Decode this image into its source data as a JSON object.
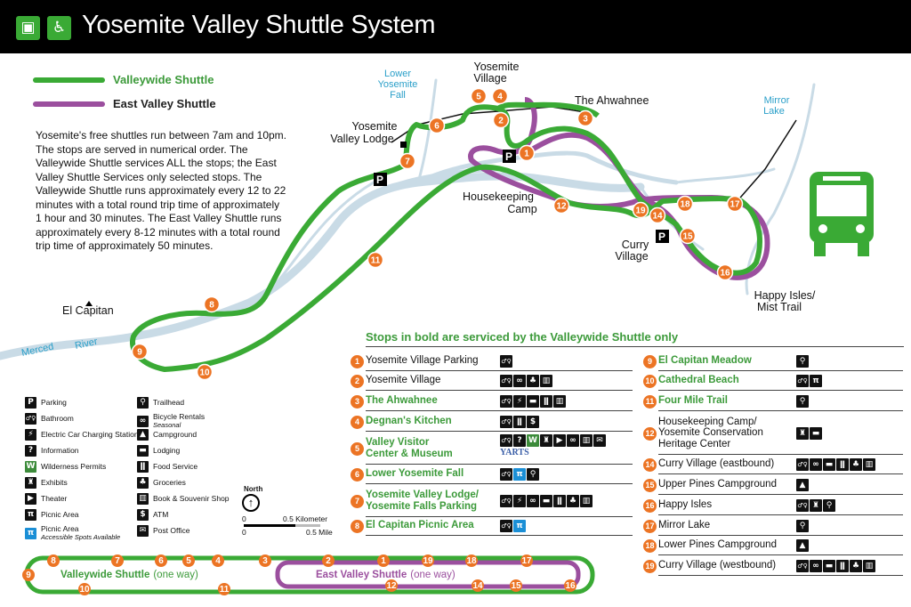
{
  "header": {
    "title": "Yosemite Valley Shuttle System",
    "icons": [
      "bus-icon",
      "wheelchair-icon"
    ]
  },
  "colors": {
    "valleywide": "#3aaa35",
    "east_valley": "#9b4f9e",
    "stop": "#ec7424",
    "water": "#c9dbe6",
    "header_bg": "#000000"
  },
  "routes_legend": [
    {
      "label": "Valleywide Shuttle"
    },
    {
      "label": "East Valley Shuttle"
    }
  ],
  "description": "Yosemite's free shuttles run between 7am and 10pm. The stops are served in numerical order. The Valleywide Shuttle services ALL the stops; the East Valley Shuttle Services only selected stops. The Valleywide Shuttle runs approximately every 12 to 22 minutes with a total round trip time of approximately 1 hour and 30 minutes. The East Valley Shuttle runs approximately every 8-12 minutes with a total round trip time of approximately 50 minutes.",
  "map_labels": {
    "lower_fall": [
      "Lower",
      "Yosemite",
      "Fall"
    ],
    "village": [
      "Yosemite",
      "Village"
    ],
    "ahwahnee": "The Ahwahnee",
    "mirror_lake": [
      "Mirror",
      "Lake"
    ],
    "lodge": [
      "Yosemite",
      "Valley Lodge"
    ],
    "housekeeping": [
      "Housekeeping",
      "Camp"
    ],
    "curry": [
      "Curry",
      "Village"
    ],
    "happy_isles": [
      "Happy Isles/",
      "Mist Trail"
    ],
    "el_capitan": "El Capitan",
    "merced": "Merced",
    "river": "River"
  },
  "map_stops": [
    "1",
    "2",
    "3",
    "4",
    "5",
    "6",
    "7",
    "8",
    "9",
    "10",
    "11",
    "12",
    "14",
    "15",
    "16",
    "17",
    "18",
    "19"
  ],
  "legend": [
    {
      "icon": "parking",
      "label": "Parking"
    },
    {
      "icon": "bathroom",
      "label": "Bathroom"
    },
    {
      "icon": "ev",
      "label": "Electric Car Charging Station"
    },
    {
      "icon": "info",
      "label": "Information"
    },
    {
      "icon": "wilderness",
      "label": "Wilderness Permits"
    },
    {
      "icon": "exhibits",
      "label": "Exhibits"
    },
    {
      "icon": "theater",
      "label": "Theater"
    },
    {
      "icon": "picnic",
      "label": "Picnic Area"
    },
    {
      "icon": "picnic-accessible",
      "label": "Picnic Area",
      "sub": "Accessible Spots Available"
    },
    {
      "icon": "trailhead",
      "label": "Trailhead"
    },
    {
      "icon": "bicycle",
      "label": "Bicycle Rentals",
      "sub": "Seasonal"
    },
    {
      "icon": "campground",
      "label": "Campground"
    },
    {
      "icon": "lodging",
      "label": "Lodging"
    },
    {
      "icon": "food",
      "label": "Food Service"
    },
    {
      "icon": "groceries",
      "label": "Groceries"
    },
    {
      "icon": "book",
      "label": "Book & Souvenir Shop"
    },
    {
      "icon": "atm",
      "label": "ATM"
    },
    {
      "icon": "post",
      "label": "Post Office"
    }
  ],
  "north": {
    "label": "North"
  },
  "scale": {
    "km0": "0",
    "km": "0.5 Kilometer",
    "mi0": "0",
    "mi": "0.5 Mile"
  },
  "stops_title": "Stops in bold are serviced by the Valleywide Shuttle only",
  "stops": [
    {
      "num": "1",
      "name": "Yosemite Village Parking",
      "bold": false,
      "icons": [
        "bathroom"
      ]
    },
    {
      "num": "2",
      "name": "Yosemite Village",
      "bold": false,
      "icons": [
        "bathroom",
        "bicycle",
        "groceries",
        "book"
      ]
    },
    {
      "num": "3",
      "name": "The Ahwahnee",
      "bold": true,
      "icons": [
        "bathroom",
        "ev",
        "lodging",
        "food",
        "book"
      ]
    },
    {
      "num": "4",
      "name": "Degnan's Kitchen",
      "bold": true,
      "icons": [
        "bathroom",
        "food",
        "atm"
      ]
    },
    {
      "num": "5",
      "name": "Valley Visitor\nCenter & Museum",
      "bold": true,
      "icons": [
        "bathroom",
        "info",
        "wilderness",
        "exhibits",
        "theater",
        "bicycle",
        "book",
        "post",
        "yarts"
      ]
    },
    {
      "num": "6",
      "name": "Lower Yosemite Fall",
      "bold": true,
      "icons": [
        "bathroom",
        "picnic-accessible",
        "trailhead"
      ]
    },
    {
      "num": "7",
      "name": "Yosemite Valley Lodge/\nYosemite Falls Parking",
      "bold": true,
      "icons": [
        "bathroom",
        "ev",
        "bicycle",
        "lodging",
        "food",
        "groceries",
        "book"
      ]
    },
    {
      "num": "8",
      "name": "El Capitan Picnic Area",
      "bold": true,
      "icons": [
        "bathroom",
        "picnic-accessible"
      ]
    },
    {
      "num": "9",
      "name": "El Capitan Meadow",
      "bold": true,
      "icons": [
        "trailhead"
      ]
    },
    {
      "num": "10",
      "name": "Cathedral Beach",
      "bold": true,
      "icons": [
        "bathroom",
        "picnic"
      ]
    },
    {
      "num": "11",
      "name": "Four Mile Trail",
      "bold": true,
      "icons": [
        "trailhead"
      ]
    },
    {
      "num": "12",
      "name": "Housekeeping Camp/\nYosemite Conservation\nHeritage Center",
      "bold": false,
      "icons": [
        "exhibits",
        "lodging"
      ]
    },
    {
      "num": "14",
      "name": "Curry Village (eastbound)",
      "bold": false,
      "icons": [
        "bathroom",
        "bicycle",
        "lodging",
        "food",
        "groceries",
        "book"
      ]
    },
    {
      "num": "15",
      "name": "Upper Pines Campground",
      "bold": false,
      "icons": [
        "campground"
      ]
    },
    {
      "num": "16",
      "name": "Happy Isles",
      "bold": false,
      "icons": [
        "bathroom",
        "exhibits",
        "trailhead"
      ]
    },
    {
      "num": "17",
      "name": "Mirror Lake",
      "bold": false,
      "icons": [
        "trailhead"
      ]
    },
    {
      "num": "18",
      "name": "Lower Pines Campground",
      "bold": false,
      "icons": [
        "campground"
      ]
    },
    {
      "num": "19",
      "name": "Curry Village (westbound)",
      "bold": false,
      "icons": [
        "bathroom",
        "bicycle",
        "lodging",
        "food",
        "groceries",
        "book"
      ]
    }
  ],
  "yarts_label": "YARTS",
  "schematic": {
    "valleywide_label": "Valleywide Shuttle",
    "east_label": "East Valley Shuttle",
    "one_way": "(one way)",
    "green_top": [
      "8",
      "7",
      "6",
      "5",
      "4",
      "3"
    ],
    "green_left": "9",
    "green_bottom": [
      "10",
      "11"
    ],
    "purple_top": [
      "2",
      "1",
      "19",
      "18",
      "17"
    ],
    "purple_bottom": [
      "12",
      "14",
      "15",
      "16"
    ]
  }
}
